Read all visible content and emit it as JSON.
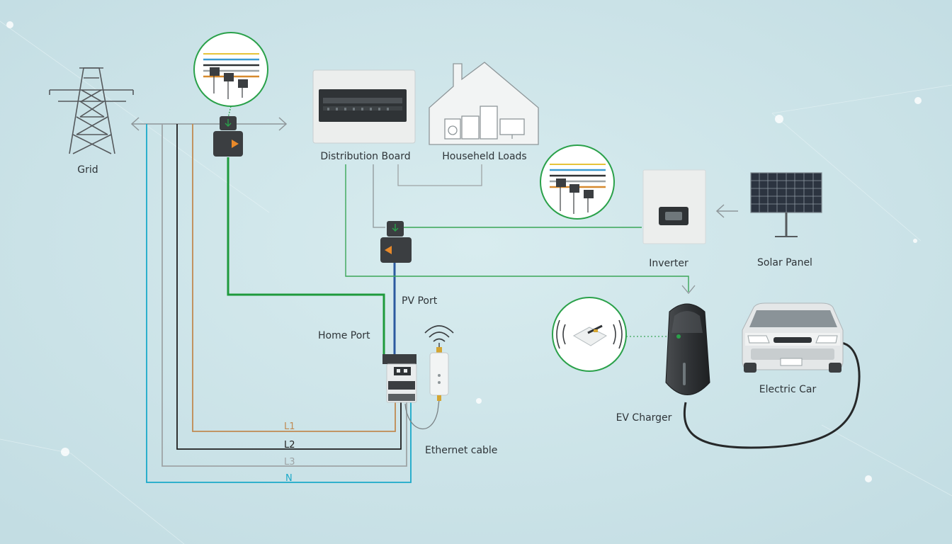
{
  "labels": {
    "grid": "Grid",
    "distribution_board": "Distribution Board",
    "household_loads": "Househeld Loads",
    "inverter": "Inverter",
    "solar_panel": "Solar Panel",
    "pv_port": "PV Port",
    "home_port": "Home Port",
    "ev_charger": "EV Charger",
    "electric_car": "Electric Car",
    "ethernet_cable": "Ethernet cable"
  },
  "wires": {
    "l1": "L1",
    "l2": "L2",
    "l3": "L3",
    "n": "N"
  },
  "colors": {
    "background": "#cfe5ea",
    "green_line": "#1e9a3c",
    "blue_line": "#2c5aa0",
    "l1": "#c08a52",
    "l2": "#1f1f1f",
    "l3": "#9ea4a6",
    "n": "#1aa9c9",
    "arrow": "#e8892a"
  },
  "icons": {
    "grid": "power-tower-icon",
    "solar": "solar-panel-icon",
    "house": "house-icon",
    "wifi": "wifi-icon",
    "car": "car-icon",
    "charger": "ev-charger-icon"
  }
}
